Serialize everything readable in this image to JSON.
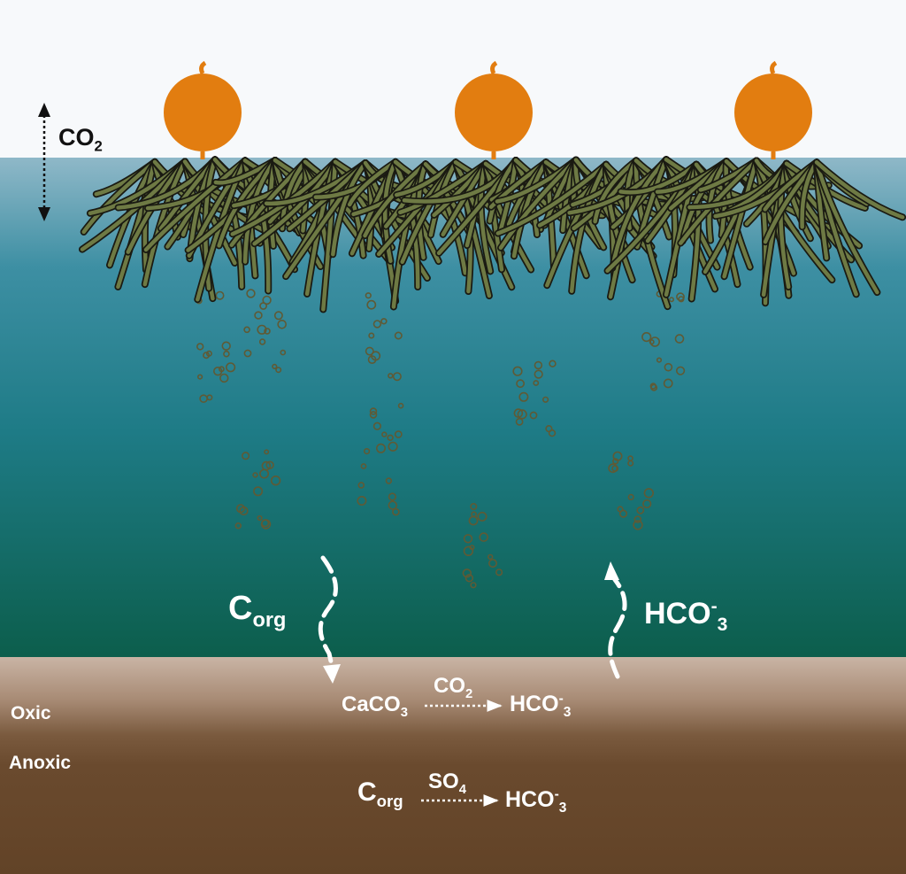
{
  "diagram": {
    "atmosphere_exchange": {
      "prefix": "CO",
      "sub": "2"
    },
    "water_column": {
      "sinking_label": {
        "main": "C",
        "sub": "org"
      },
      "rising_label": {
        "main": "HCO",
        "sup": "-",
        "sub": "3"
      }
    },
    "sediment": {
      "layers": [
        "Oxic",
        "Anoxic"
      ],
      "oxic_reaction": {
        "reactant": {
          "main": "CaCO",
          "sub": "3"
        },
        "agent": {
          "main": "CO",
          "sub": "2"
        },
        "product": {
          "main": "HCO",
          "sup": "-",
          "sub": "3"
        }
      },
      "anoxic_reaction": {
        "reactant": {
          "main": "C",
          "sub": "org"
        },
        "agent": {
          "main": "SO",
          "sub": "4"
        },
        "product": {
          "main": "HCO",
          "sup": "-",
          "sub": "3"
        }
      }
    },
    "colors": {
      "sky": "#f7f9fb",
      "water_top": "#8fb8c8",
      "water_mid": "#2e8a98",
      "water_bottom": "#0c5e4c",
      "sediment_oxic": "#bca392",
      "sediment_anoxic": "#6a4a2e",
      "seaweed": "#6e7a44",
      "float": "#e27d10",
      "particles": "#5f5a35"
    }
  }
}
